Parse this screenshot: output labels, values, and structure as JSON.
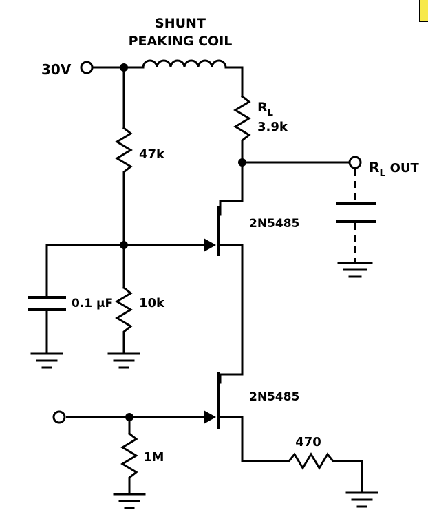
{
  "labels": {
    "coil_line1": "SHUNT",
    "coil_line2": "PEAKING COIL",
    "supply": "30V",
    "rl_name": "R",
    "rl_sub": "L",
    "rl_value": "3.9k",
    "out_name": "R",
    "out_sub": "L",
    "out_suffix": " OUT",
    "r_bias_top": "47k",
    "r_bias_bottom": "10k",
    "cap": "0.1 μF",
    "jfet_top": "2N5485",
    "jfet_bottom": "2N5485",
    "r_gate": "1M",
    "r_source": "470"
  },
  "colors": {
    "ink": "#000000",
    "background": "#ffffff",
    "corner_tab": "#f7e94a"
  }
}
